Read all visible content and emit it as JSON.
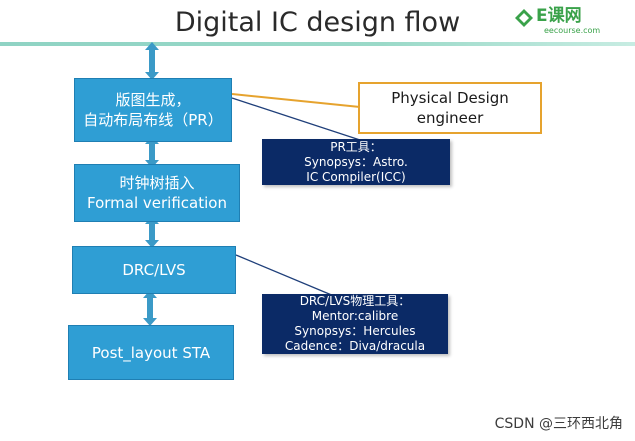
{
  "slide": {
    "title": "Digital IC design flow",
    "logo": {
      "main": "E课网",
      "sub": "eecourse.com"
    }
  },
  "flow": [
    {
      "lines": [
        "版图生成，",
        "自动布局布线（PR）"
      ]
    },
    {
      "lines": [
        "时钟树插入",
        "Formal verification"
      ]
    },
    {
      "lines": [
        "DRC/LVS"
      ]
    },
    {
      "lines": [
        "Post_layout STA"
      ]
    }
  ],
  "role_box": {
    "lines": [
      "Physical Design",
      "engineer"
    ]
  },
  "tool_boxes": [
    {
      "lines": [
        "PR工具：",
        "Synopsys：Astro.",
        "IC Compiler(ICC)"
      ]
    },
    {
      "lines": [
        "DRC/LVS物理工具：",
        "Mentor:calibre",
        "Synopsys：Hercules",
        "Cadence：Diva/dracula"
      ]
    }
  ],
  "watermark": "CSDN @三环西北角",
  "colors": {
    "flow_box": "#2f9ed4",
    "tool_box": "#0b2a66",
    "role_border": "#e6a32e",
    "arrow": "#3b9ac7",
    "title_bar": "#8fd3c4"
  }
}
